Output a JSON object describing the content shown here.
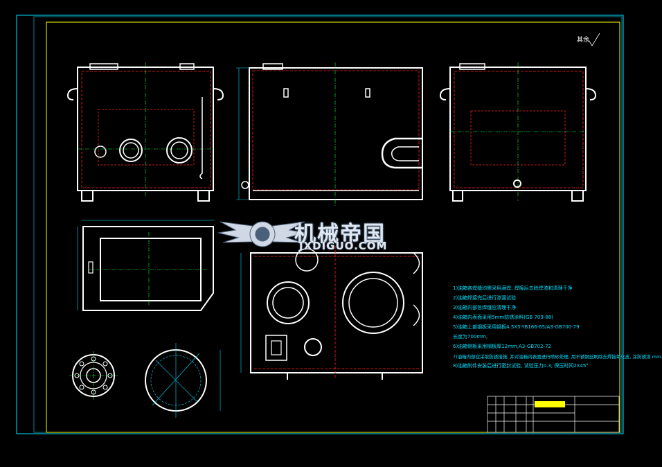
{
  "drawing": {
    "type": "CAD mechanical drawing - oil tank assembly",
    "colors": {
      "background": "#000000",
      "border": "#00e0ff",
      "inner_frame": "#ffff00",
      "outline": "#ffffff",
      "hidden_lines": "#ff2020",
      "center_lines": "#00ff40",
      "dimensions": "#00e0ff"
    }
  },
  "watermark": {
    "chinese": "机械帝国",
    "url": "JXDIGUO.COM",
    "logo_icon": "winged-gear-logo"
  },
  "roughness_mark": "其余",
  "technical_notes": [
    "1)油箱各焊缝均需采用满焊, 焊接后去除焊渣和清理干净",
    "2)油箱焊接完后进行渗漏试验",
    "3)油箱内部各焊缝应清理干净",
    "4)油箱内表面采用5mm防锈涂料(GB 709-88)",
    "5)油箱上部钢板采用钢板4.5X5-YB166-65/A3-GB700-79",
    "长度为700mm,",
    "6)油箱侧板采用钢板厚12mm,A3-GB702-72",
    "7)油箱内部应采取防锈措施, 并对油箱内表面进行喷砂处理, 用不锈钢丝刷除去焊接氧化皮, 涂防锈漆 mm.",
    "8)油箱附件安装后进行密封试验, 试验压力0.3, 保压时间2X45°"
  ]
}
